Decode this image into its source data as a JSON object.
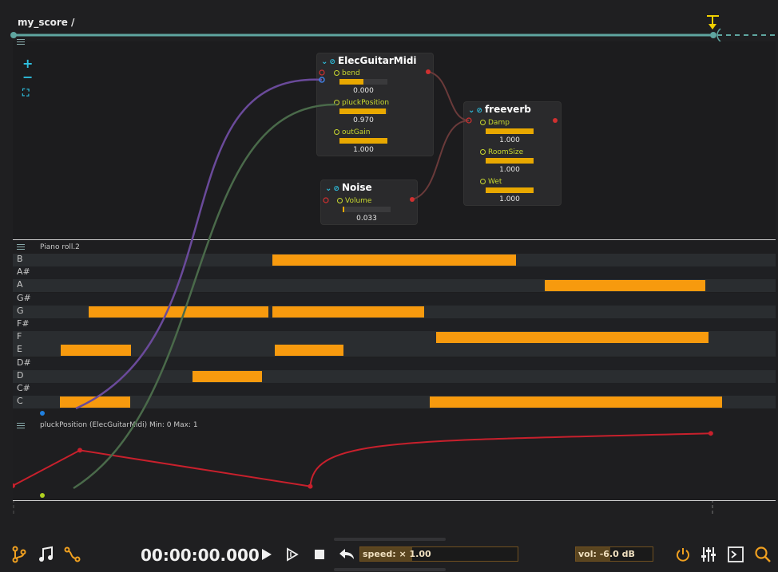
{
  "score": {
    "title": "my_score /"
  },
  "zoom": {
    "plus": "+",
    "minus": "−",
    "fit": "⛶"
  },
  "nodes": {
    "guitar": {
      "title": "ElecGuitarMidi",
      "params": [
        {
          "name": "bend",
          "value": "0.000",
          "level": 0.5
        },
        {
          "name": "pluckPosition",
          "value": "0.970",
          "level": 0.97
        },
        {
          "name": "outGain",
          "value": "1.000",
          "level": 1.0
        }
      ]
    },
    "noise": {
      "title": "Noise",
      "params": [
        {
          "name": "Volume",
          "value": "0.033",
          "level": 0.033
        }
      ]
    },
    "freeverb": {
      "title": "freeverb",
      "params": [
        {
          "name": "Damp",
          "value": "1.000",
          "level": 1.0
        },
        {
          "name": "RoomSize",
          "value": "1.000",
          "level": 1.0
        },
        {
          "name": "Wet",
          "value": "1.000",
          "level": 1.0
        }
      ]
    }
  },
  "pianoroll": {
    "title": "Piano roll.2",
    "keys": [
      "B",
      "A#",
      "A",
      "G#",
      "G",
      "F#",
      "F",
      "E",
      "D#",
      "D",
      "C#",
      "C"
    ],
    "notes": [
      {
        "key": "B",
        "start": 0.34,
        "end": 0.66
      },
      {
        "key": "A",
        "start": 0.697,
        "end": 0.908
      },
      {
        "key": "G",
        "start": 0.099,
        "end": 0.335
      },
      {
        "key": "G",
        "start": 0.34,
        "end": 0.539
      },
      {
        "key": "F",
        "start": 0.555,
        "end": 0.912
      },
      {
        "key": "E",
        "start": 0.063,
        "end": 0.155
      },
      {
        "key": "E",
        "start": 0.343,
        "end": 0.434
      },
      {
        "key": "D",
        "start": 0.236,
        "end": 0.327
      },
      {
        "key": "C",
        "start": 0.062,
        "end": 0.154
      },
      {
        "key": "C",
        "start": 0.547,
        "end": 0.93
      }
    ]
  },
  "automation": {
    "title": "pluckPosition (ElecGuitarMidi)  Min: 0  Max: 1",
    "min": 0,
    "max": 1,
    "points": [
      {
        "t": 0.0,
        "v": 0.07
      },
      {
        "t": 0.088,
        "v": 0.68
      },
      {
        "t": 0.39,
        "v": 0.06
      },
      {
        "t": 0.915,
        "v": 0.97
      }
    ]
  },
  "transport": {
    "timecode": "00:00:00.000",
    "speed_label": "speed: × 1.00",
    "speed_level": 0.33,
    "volume_label": "vol: -6.0 dB",
    "volume_level": 0.45
  },
  "icons": {
    "left": [
      "branch-icon",
      "music-note-icon",
      "curve-icon"
    ],
    "transport": [
      "play-icon",
      "play-from-here-icon",
      "stop-icon",
      "reinit-icon"
    ],
    "right": [
      "power-icon",
      "mixer-icon",
      "console-icon",
      "search-icon"
    ]
  },
  "colors": {
    "accent": "#f79a0e",
    "timeline": "#5fa6a0",
    "cable_purple": "#6a4a9a",
    "cable_green": "#4a6a4a",
    "cable_brown": "#6a3a3a",
    "automation_line": "#c8202c"
  }
}
